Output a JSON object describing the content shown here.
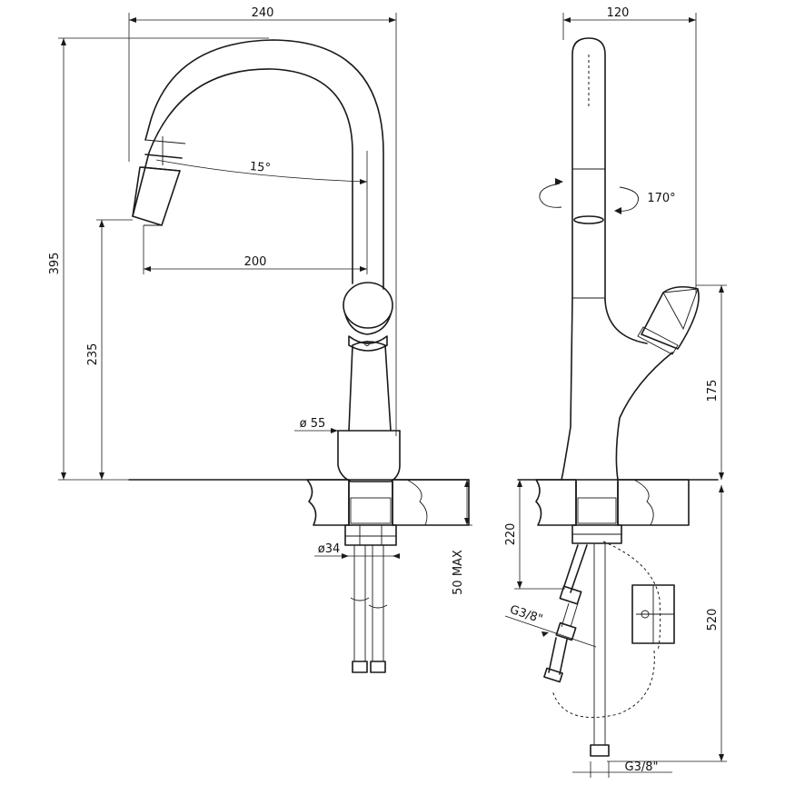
{
  "dimensions": {
    "width_total": "240",
    "depth_total": "120",
    "height_total": "395",
    "spout_height": "235",
    "spout_reach": "200",
    "spout_angle": "15°",
    "rotation_angle": "170°",
    "body_diameter": "ø 55",
    "shank_diameter": "ø34",
    "max_deck_thickness": "50 MAX",
    "hose_drop": "220",
    "handle_height": "175",
    "hose_length": "520",
    "thread_side": "G3/8\"",
    "thread_bottom": "G3/8\""
  },
  "colors": {
    "line": "#1a1a1a",
    "background": "#ffffff"
  }
}
